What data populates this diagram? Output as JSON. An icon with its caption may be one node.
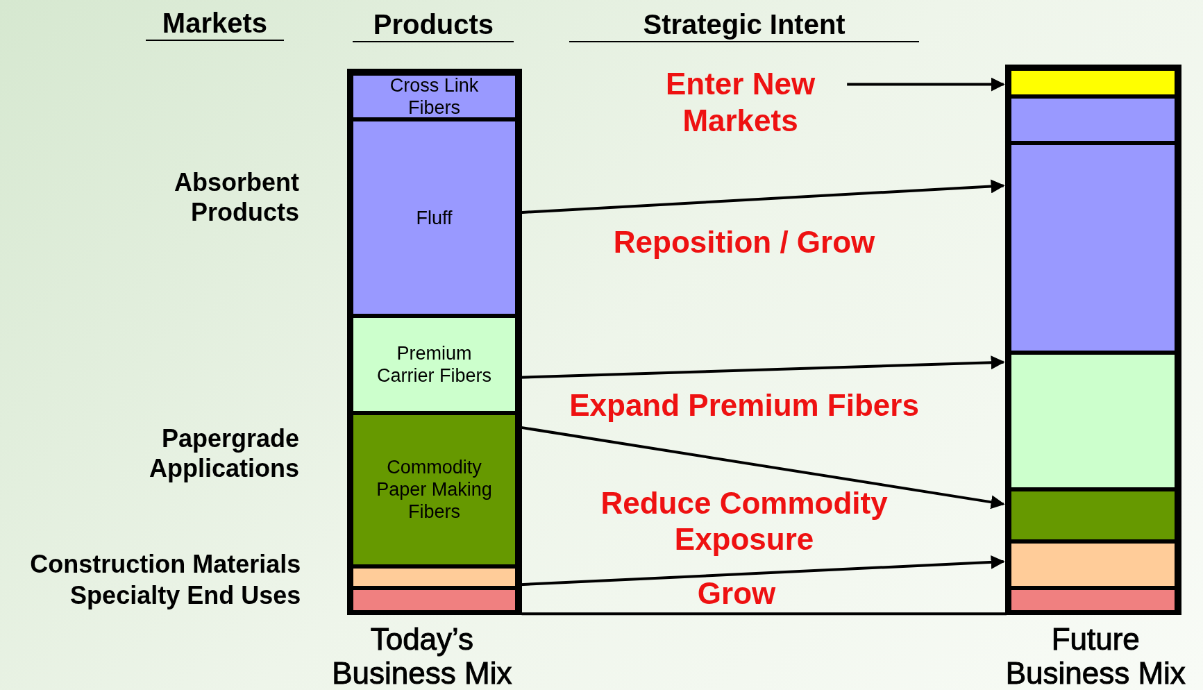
{
  "diagram": {
    "nodes": [
      {
        "text": [
          "Cross Link Fibers"
        ]
      },
      {
        "text": [
          "Fluff"
        ]
      },
      {
        "text": [
          "Premium Carrier Fibers"
        ]
      },
      {
        "text": [
          "Commodity Paper Making Fibers"
        ]
      },
      {
        "text": [],
        "shape": "bar"
      },
      {
        "text": [],
        "shape": "bar"
      },
      {
        "text": [
          "Enter New Markets"
        ]
      },
      {
        "text": [],
        "shape": "bar"
      },
      {
        "text": [],
        "shape": "bar"
      },
      {
        "text": [],
        "shape": "bar"
      },
      {
        "text": [],
        "shape": "bar"
      },
      {
        "text": [],
        "shape": "bar"
      },
      {
        "text": [],
        "shape": "bar"
      },
      {
        "text": [],
        "shape": "bar"
      }
    ],
    "edges": [
      {
        "from": 6,
        "to": 7,
        "arrow": "to"
      },
      {
        "from": 1,
        "to": 9,
        "arrow": "to",
        "label": "Reposition / Grow"
      },
      {
        "from": 2,
        "to": 10,
        "arrow": "to",
        "label": "Expand Premium Fibers"
      },
      {
        "from": 3,
        "to": 11,
        "arrow": "to",
        "label": "Reduce Commodity Exposure"
      },
      {
        "from": 4,
        "to": 12,
        "arrow": "to",
        "label": "Grow"
      }
    ],
    "labels": [
      "Markets",
      "Products",
      "Strategic Intent",
      "Absorbent Products",
      "Papergrade Applications",
      "Construction Materials",
      "Specialty End Uses",
      "Today’s Business Mix",
      "Future Business Mix"
    ]
  }
}
